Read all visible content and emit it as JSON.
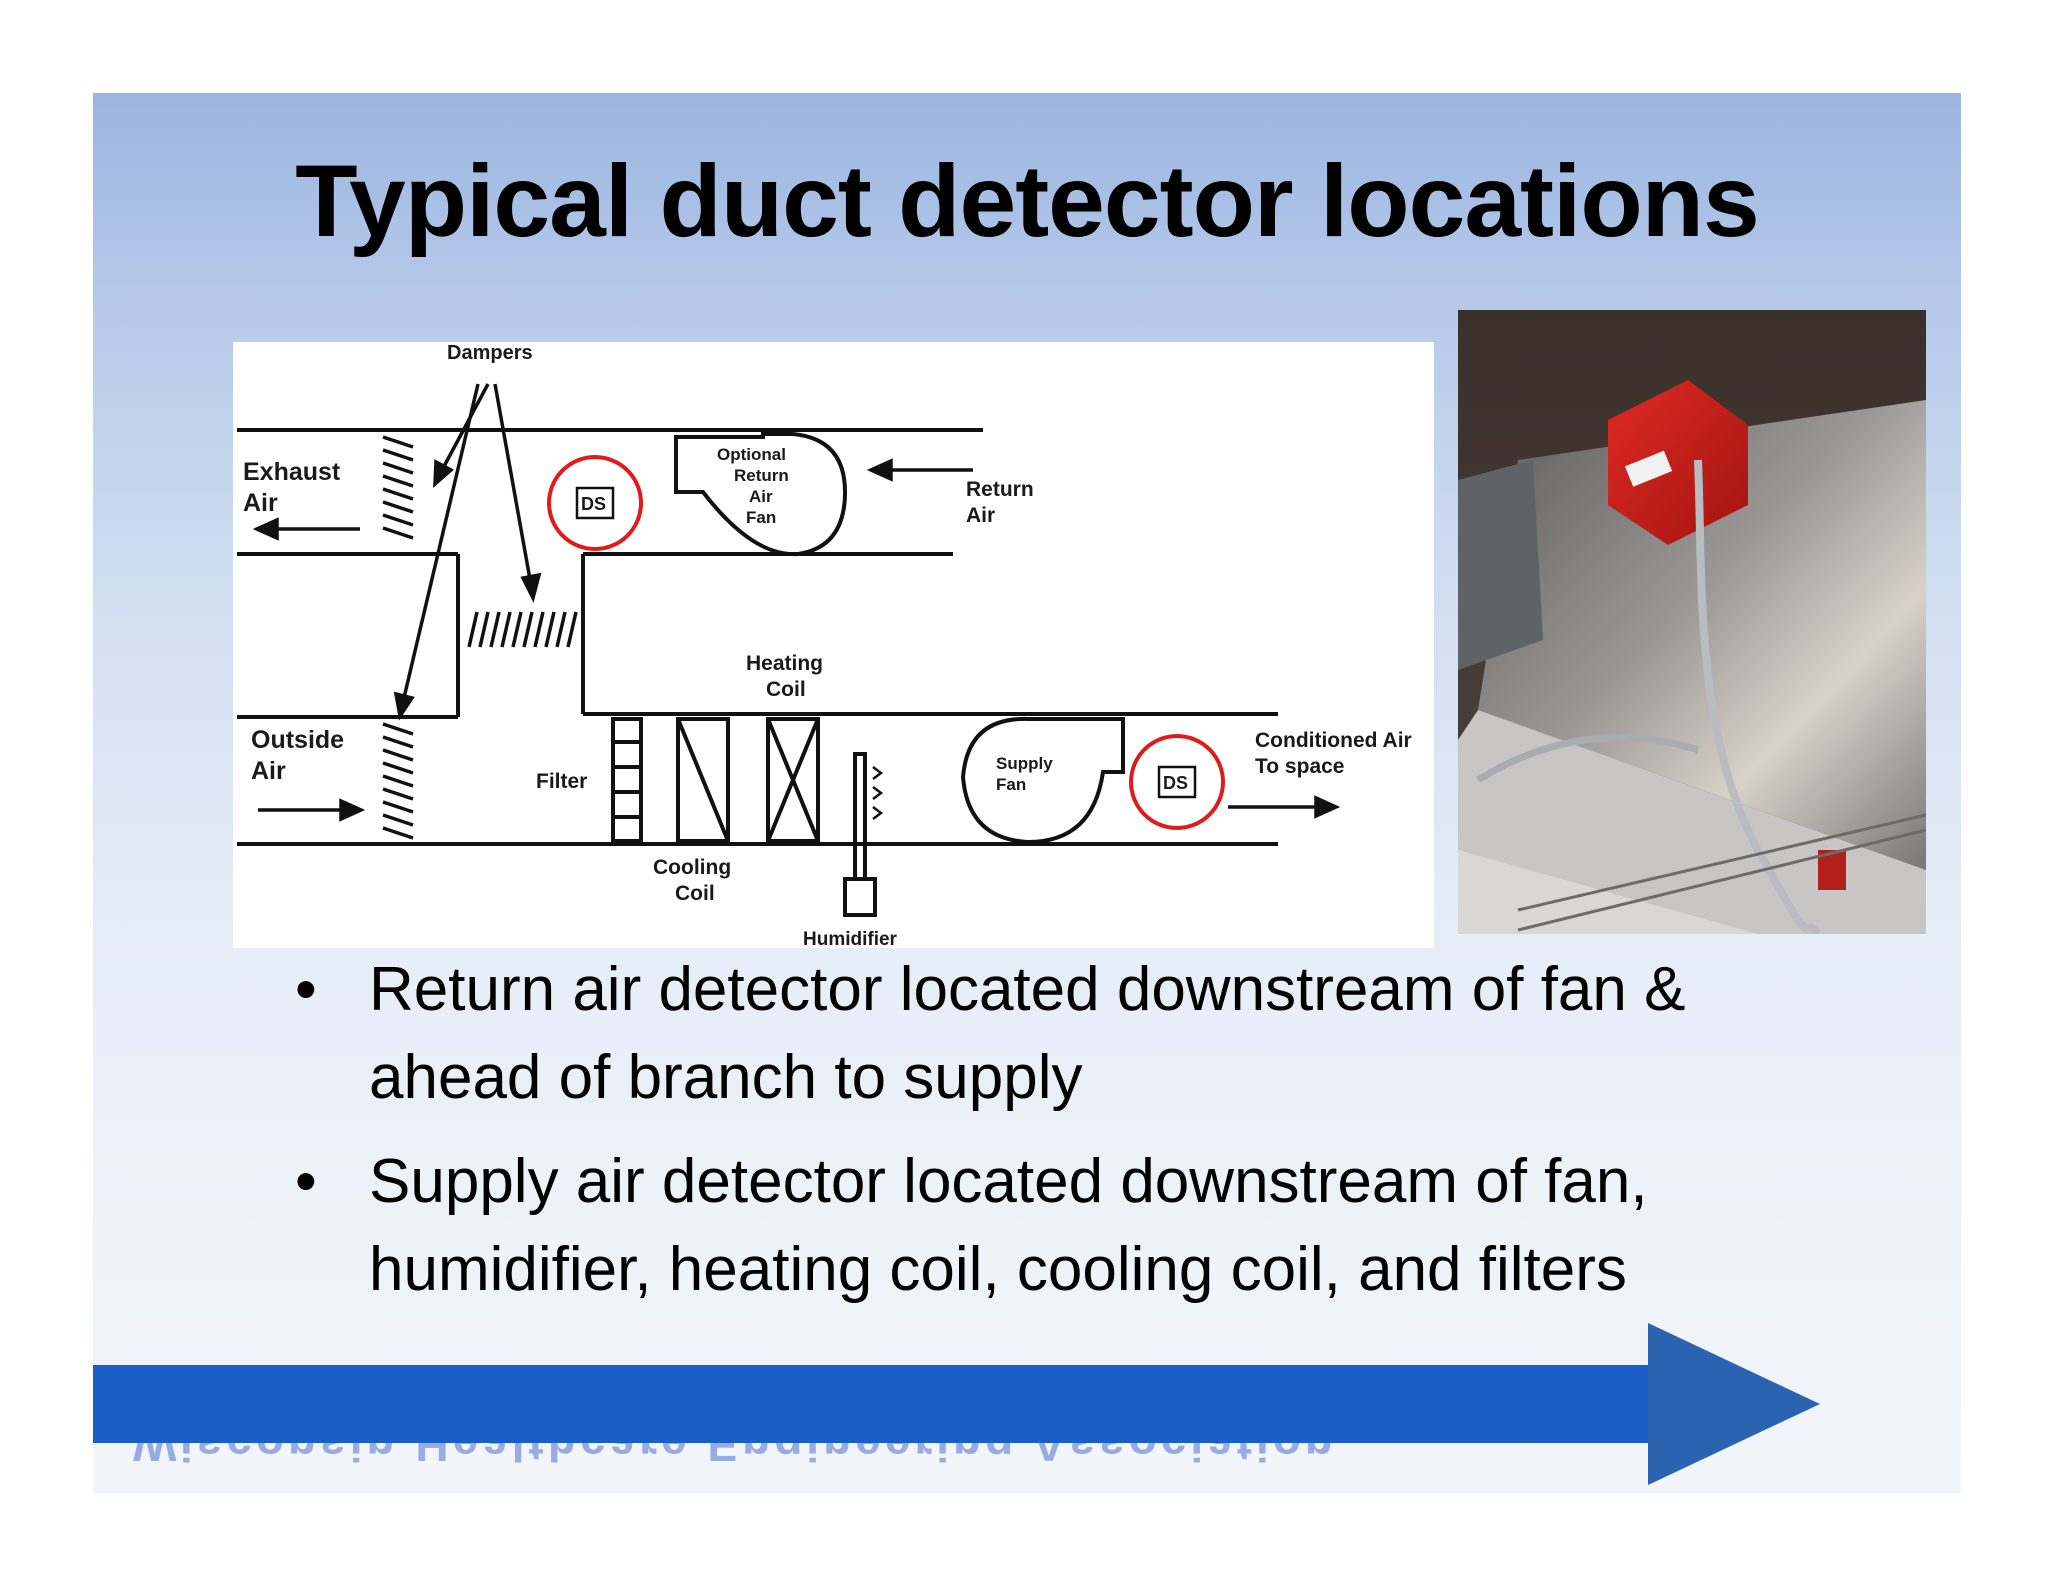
{
  "slide": {
    "title": "Typical duct detector locations",
    "bullets": [
      "Return air detector located downstream of fan & ahead of branch to supply",
      "Supply air detector located downstream of fan, humidifier, heating coil, cooling coil, and filters"
    ],
    "footer": "Wisconsin Healthcare Engineering Association"
  },
  "diagram": {
    "labels": {
      "dampers": "Dampers",
      "exhaust_air": [
        "Exhaust",
        "Air"
      ],
      "outside_air": [
        "Outside",
        "Air"
      ],
      "optional_return_fan": [
        "Optional",
        "Return",
        "Air",
        "Fan"
      ],
      "return_air": [
        "Return",
        "Air"
      ],
      "heating_coil": [
        "Heating",
        "Coil"
      ],
      "filter": "Filter",
      "cooling_coil": [
        "Cooling",
        "Coil"
      ],
      "humidifier": "Humidifier",
      "supply_fan": [
        "Supply",
        "Fan"
      ],
      "conditioned_air": [
        "Conditioned Air",
        "To space"
      ],
      "detector": "DS"
    },
    "highlight_color": "#e01b1b"
  },
  "colors": {
    "arrow_blue": "#1a5fc8",
    "arrow_head": "#2a63b0"
  }
}
